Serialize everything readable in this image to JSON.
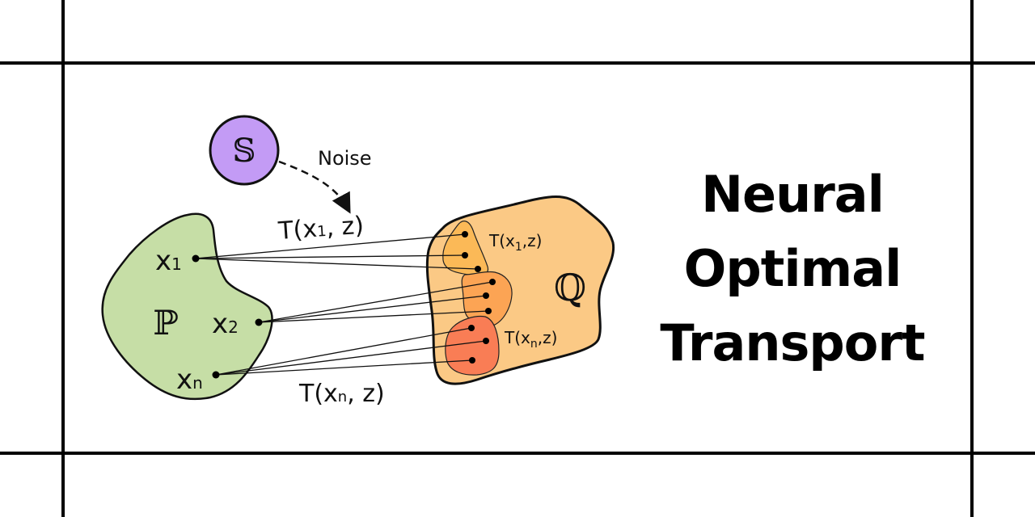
{
  "title": {
    "lines": [
      "Neural",
      "Optimal",
      "Transport"
    ]
  },
  "diagram": {
    "noise_source": {
      "symbol": "𝕊",
      "color": "#c39bf5"
    },
    "noise_label": "Noise",
    "source_distribution": {
      "symbol": "ℙ",
      "color": "#c6dea6"
    },
    "target_distribution": {
      "symbol": "ℚ",
      "color": "#fbc985"
    },
    "source_points": [
      {
        "label": "x",
        "sub": "1"
      },
      {
        "label": "x",
        "sub": "2"
      },
      {
        "label": "x",
        "sub": "n"
      }
    ],
    "map_labels": {
      "top_outer": {
        "main": "T(x",
        "sub": "1",
        "tail": ", z)"
      },
      "bottom_outer": {
        "main": "T(x",
        "sub": "n",
        "tail": ", z)"
      },
      "inner_top": {
        "main": "T(x",
        "sub": "1",
        "tail": ",z)"
      },
      "inner_bottom": {
        "main": "T(x",
        "sub": "n",
        "tail": ",z)"
      }
    },
    "cluster_colors": [
      "#fbb957",
      "#fca454",
      "#f97d55"
    ]
  }
}
